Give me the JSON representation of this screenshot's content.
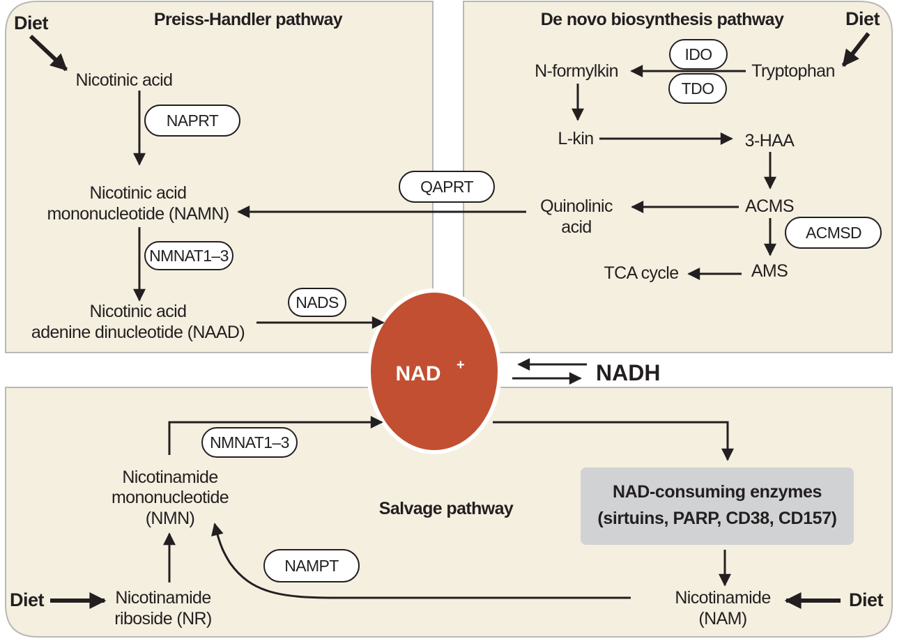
{
  "colors": {
    "panel_fill": "#f4efdf",
    "panel_border": "#b9b8b5",
    "nad_circle": "#c24f32",
    "consumer_box": "#d1d2d4",
    "ink": "#231f20"
  },
  "center": {
    "nad_plus": "NAD",
    "nad_plus_superscript": "+",
    "nadh": "NADH"
  },
  "preiss_handler": {
    "title": "Preiss-Handler pathway",
    "diet": "Diet",
    "nicotinic_acid": "Nicotinic acid",
    "naprt": "NAPRT",
    "namn_line1": "Nicotinic acid",
    "namn_line2": "mononucleotide (NAMN)",
    "nmnat": "NMNAT1–3",
    "naad_line1": "Nicotinic acid",
    "naad_line2": "adenine dinucleotide (NAAD)",
    "nads": "NADS"
  },
  "de_novo": {
    "title": "De novo biosynthesis pathway",
    "diet": "Diet",
    "tryptophan": "Tryptophan",
    "ido": "IDO",
    "tdo": "TDO",
    "n_formylkin": "N-formylkin",
    "l_kin": "L-kin",
    "haa": "3-HAA",
    "acms": "ACMS",
    "acmsd": "ACMSD",
    "ams": "AMS",
    "tca": "TCA cycle",
    "quinolinic_line1": "Quinolinic",
    "quinolinic_line2": "acid",
    "qaprt": "QAPRT"
  },
  "salvage": {
    "title": "Salvage pathway",
    "nmnat": "NMNAT1–3",
    "nmn_line1": "Nicotinamide",
    "nmn_line2": "mononucleotide",
    "nmn_line3": "(NMN)",
    "nr_line1": "Nicotinamide",
    "nr_line2": "riboside (NR)",
    "diet_left": "Diet",
    "nampt": "NAMPT",
    "consumers_line1": "NAD-consuming enzymes",
    "consumers_line2": "(sirtuins, PARP, CD38, CD157)",
    "nam_line1": "Nicotinamide",
    "nam_line2": "(NAM)",
    "diet_right": "Diet"
  }
}
